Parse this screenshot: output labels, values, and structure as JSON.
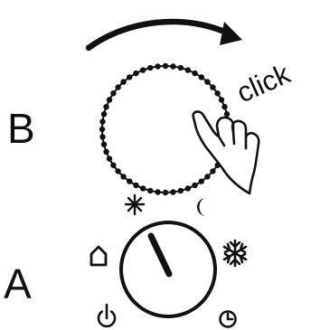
{
  "dial_b": {
    "label": "B",
    "action_text": "click",
    "icons": [
      "rotate-clockwise-arrow-icon",
      "pointing-hand-icon"
    ]
  },
  "dial_a": {
    "label": "A",
    "positions": [
      {
        "name": "power",
        "icon": "power-icon"
      },
      {
        "name": "home",
        "icon": "home-icon"
      },
      {
        "name": "comfort",
        "icon": "sun-icon"
      },
      {
        "name": "night",
        "icon": "moon-icon"
      },
      {
        "name": "frost",
        "icon": "snowflake-icon"
      },
      {
        "name": "timer",
        "icon": "clock-icon"
      }
    ],
    "pointer_position": "comfort"
  },
  "colors": {
    "ink": "#111111",
    "background": "#ffffff"
  }
}
